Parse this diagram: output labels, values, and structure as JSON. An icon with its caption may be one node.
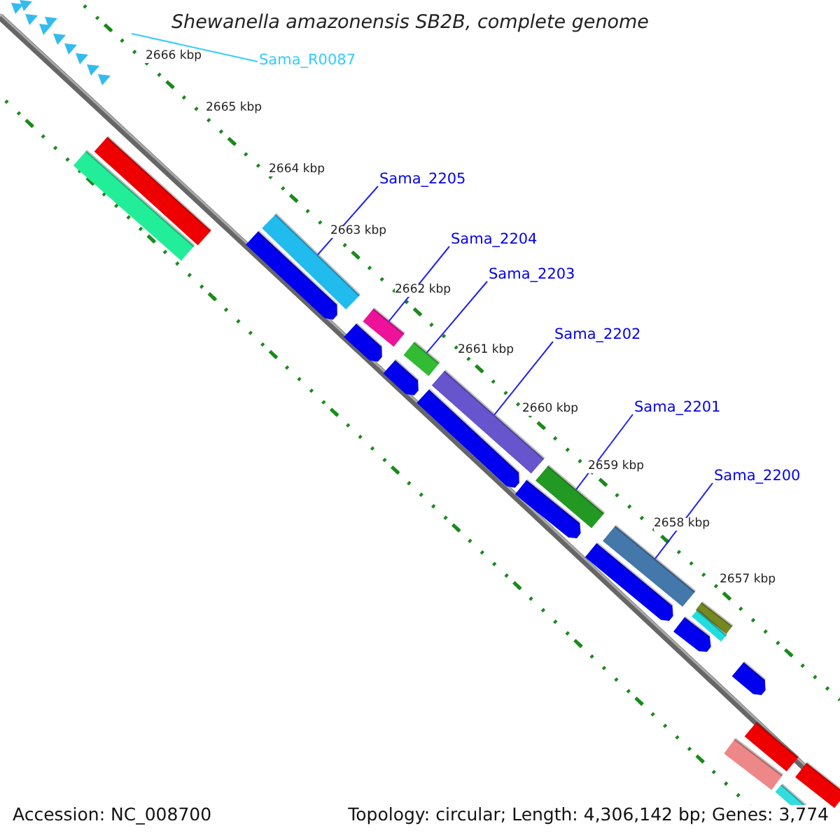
{
  "diagram": {
    "title": "Shewanella amazonensis SB2B, complete genome",
    "nodes": [
      {
        "text": [
          "Sama_R0087"
        ]
      },
      {
        "text": [
          "Sama_2205"
        ]
      },
      {
        "text": [
          "Sama_2204"
        ]
      },
      {
        "text": [
          "Sama_2203"
        ]
      },
      {
        "text": [
          "Sama_2202"
        ]
      },
      {
        "text": [
          "Sama_2201"
        ]
      },
      {
        "text": [
          "Sama_2200"
        ]
      },
      {
        "text": [],
        "shape": "bar"
      },
      {
        "text": [],
        "shape": "bar"
      },
      {
        "text": [],
        "shape": "bar"
      },
      {
        "text": [],
        "shape": "bar"
      },
      {
        "text": [],
        "shape": "bar"
      },
      {
        "text": [],
        "shape": "bar"
      }
    ],
    "edges": [
      {
        "from": 0,
        "to": null,
        "arrow": "none",
        "color": "#33ccff"
      },
      {
        "from": 1,
        "to": 7,
        "arrow": "none"
      },
      {
        "from": 2,
        "to": 8,
        "arrow": "none"
      },
      {
        "from": 3,
        "to": 9,
        "arrow": "none"
      },
      {
        "from": 4,
        "to": 10,
        "arrow": "none"
      },
      {
        "from": 5,
        "to": 11,
        "arrow": "none"
      },
      {
        "from": 6,
        "to": 12,
        "arrow": "none"
      }
    ],
    "labels": [
      "2666 kbp",
      "2665 kbp",
      "2664 kbp",
      "2663 kbp",
      "2662 kbp",
      "2661 kbp",
      "2660 kbp",
      "2659 kbp",
      "2658 kbp",
      "2657 kbp",
      "Accession: NC_008700",
      "Topology: circular; Length: 4,306,142 bp; Genes: 3,774"
    ]
  }
}
